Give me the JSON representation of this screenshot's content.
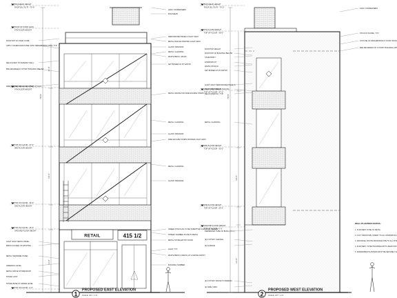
{
  "sheet": {
    "east": {
      "number": "1",
      "title": "PROPOSED EAST ELEVATION",
      "scale": "SCALE: 1/8\" = 1'-0\"",
      "retail_sign": "RETAIL",
      "address": "415 1/2",
      "dims": {
        "overall": "70'-0\"",
        "upper": "11'-0\"",
        "mid": "10'-6\"",
        "ground": "13'-0\""
      },
      "levels": [
        "BULKHEAD HEIGHT",
        "ROOF (EL.70) 'R' - 70'-0\"",
        "ROOF OF STAIR, ELEV.",
        "5TH FLOOR HEIGHT",
        "TOP OF FLOOR - 58'-0\"",
        "4TH FLOOR HEIGHT",
        "TOP OF FLOOR - 47'-0\"",
        "3RD FLOOR HEIGHT",
        "TOP OF FLOOR - 36'-0\"",
        "2ND FLOOR HEIGHT",
        "TOP OF FLOOR - 25'-0\"",
        "GROUND FLOOR HEIGHT",
        "TOP OF FLOOR - 0'-0\""
      ],
      "left_notes": [
        "ROOFTOP OF STAIR CORE",
        "APPLY SCHEDULED PANEL WITH NEIGHBORING WALL TYP.",
        "RELOCATED TO PARAPET WALL",
        "BFE REVIEWED 2 STORY BUILDING BELOW",
        "PERFORATED METAL PLANTERS AT RAIL",
        "LIGHT GRAY METAL PANEL",
        "BRICK FACADE OF EXISTING",
        "METAL SPANDREL PANEL",
        "SIDEWALK LEVEL",
        "METAL SPACE STOREFRONT",
        "STONE CAST",
        "STONE BASE AT GRADE LEVEL"
      ],
      "right_notes": [
        "HVAC CONDENSERS",
        "BULKHEAD",
        "PERFORATED PANELS LIGHT GRAY",
        "METAL RAILING PAINTED LIGHT GRAY",
        "GLASS TRANSOM",
        "METAL CLADDING",
        "WHITE BRICK (18x18)",
        "SET BOWED AT 45° ENTRY",
        "METAL GRATE FOR FIRE ESCAPE STAIRS",
        "METAL CLADDING",
        "GLASS TRANSOM",
        "FIRE ESCAPE STAIRS PAINTED LIGHT GRAY",
        "METAL CLADDING",
        "GLASS TRANSOM",
        "GREEN SITE PLAN TO BE SUBMITTED FOR FINAL REVIEW",
        "STREET NUMBER PLATE IN METAL",
        "METAL STORE ENTRY DOOR",
        "LIGHT TYP.",
        "WHITE BRICK & METAL AT LOADING ENTRY",
        "BUILDING NUMBER"
      ]
    },
    "west": {
      "number": "2",
      "title": "PROPOSED WEST ELEVATION",
      "scale": "SCALE: 1/8\" = 1'-0\"",
      "dims": {
        "overall": "70'-0\"",
        "mid": "10'-6\"",
        "ground": "14'-0\""
      },
      "levels": [
        "BULKHEAD HEIGHT",
        "ROOF (EL.70) 'R' - 70'-0\"",
        "5TH FLOOR HEIGHT",
        "TOP OF FLOOR - 58'-0\"",
        "4TH FLOOR HEIGHT",
        "TOP OF FLOOR - 47'-0\"",
        "3RD FLOOR HEIGHT",
        "TOP OF FLOOR - 36'-0\"",
        "2ND FLOOR HEIGHT",
        "TOP OF FLOOR - 25'-0\"",
        "GROUND FLOOR HEIGHT",
        "TOP OF FLOOR - 0'-0\""
      ],
      "left_notes": [
        "ROOFTOP HEIGHT",
        "ROOFTOP OF BUILDING BELOW",
        "STAIR DRIFT",
        "DOWNSPOUT",
        "WHITE STUDCO",
        "SET BOWED AT 45° ENTRY",
        "LIGHT GRAY PERFORATED PANELS",
        "LIGHT GRAY METAL RAILING",
        "RELOCATED NO. TYP.",
        "METAL CLADDING",
        "PERIMETER TUBE OF BLDG (25'-0\")",
        "(E) 3 STORY GARAGE",
        "(E) GARAGE",
        "(E) 3 STORY SPACE TO REMAIN",
        "(E) SIDE YARD"
      ],
      "right_notes": [
        "HVAC CONDENSERS",
        "STUCCO SCORE, TYP.",
        "OUTLINE OF NEIGHBORING 5 STORY BUILDING APPROX.",
        "BFE REVIEWED OF 3 STORY BUILDING APPROX."
      ]
    },
    "wall_planters": {
      "title": "WALL PLANTERS NOTES:",
      "items": [
        "1.  PLANTERS TO BE OF METAL",
        "2.  A 3/4\" DRAIN PIPE, INSERT TO ALL INTERIOR PLANTER SURFACES",
        "3.  DRAINAGE: ROUTE DRAINAGE PIPE TO ALL INTERIOR SURFACES",
        "4.  PLANTERS: TO BE PROVIDED WITH LINER FOR WATERPROOFING",
        "5.  SIDEWINDER PLANTERS MUST BE SECURELY ANCHORED TO WALL TO SUPPORT LOAD"
      ]
    }
  }
}
